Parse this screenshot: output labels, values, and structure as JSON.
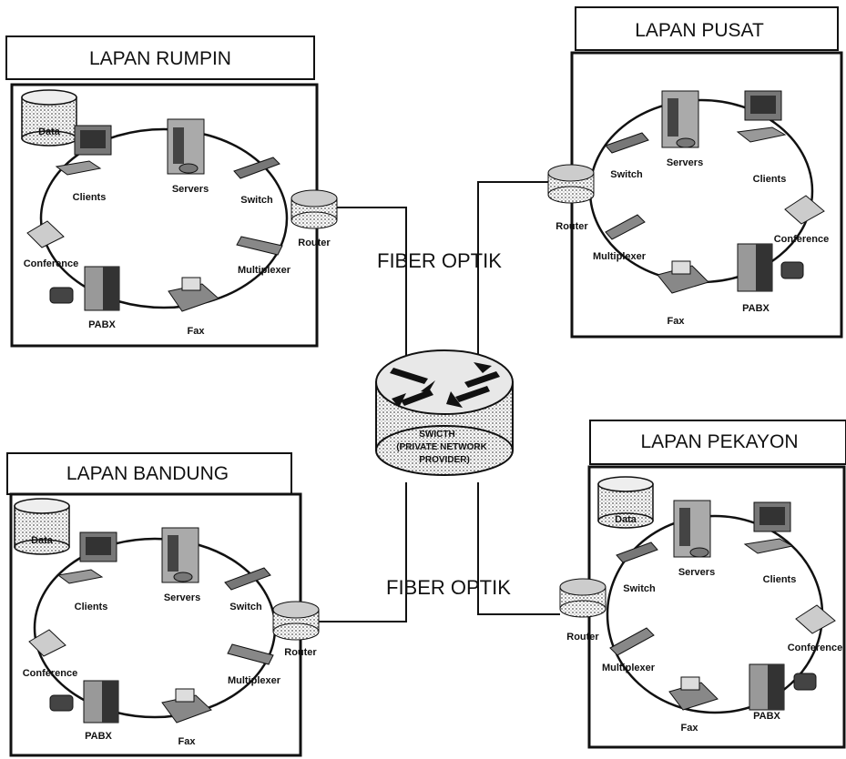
{
  "sites": {
    "rumpin": {
      "title": "LAPAN RUMPIN",
      "data": "Data",
      "clients": "Clients",
      "servers": "Servers",
      "switch": "Switch",
      "router": "Router",
      "multiplexer": "Multiplexer",
      "fax": "Fax",
      "pabx": "PABX",
      "conference": "Conference"
    },
    "pusat": {
      "title": "LAPAN PUSAT",
      "switch": "Switch",
      "servers": "Servers",
      "clients": "Clients",
      "router": "Router",
      "multiplexer": "Multiplexer",
      "conference": "Conference",
      "fax": "Fax",
      "pabx": "PABX"
    },
    "bandung": {
      "title": "LAPAN BANDUNG",
      "data": "Data",
      "clients": "Clients",
      "servers": "Servers",
      "switch": "Switch",
      "router": "Router",
      "multiplexer": "Multiplexer",
      "fax": "Fax",
      "pabx": "PABX",
      "conference": "Conference"
    },
    "pekayon": {
      "title": "LAPAN PEKAYON",
      "data": "Data",
      "switch": "Switch",
      "servers": "Servers",
      "clients": "Clients",
      "router": "Router",
      "multiplexer": "Multiplexer",
      "conference": "Conference",
      "fax": "Fax",
      "pabx": "PABX"
    }
  },
  "links": {
    "fiber_top": "FIBER OPTIK",
    "fiber_bottom": "FIBER OPTIK"
  },
  "core_switch": {
    "line1": "SWICTH",
    "line2": "(PRIVATE NETWORK",
    "line3": "PROVIDER)"
  }
}
